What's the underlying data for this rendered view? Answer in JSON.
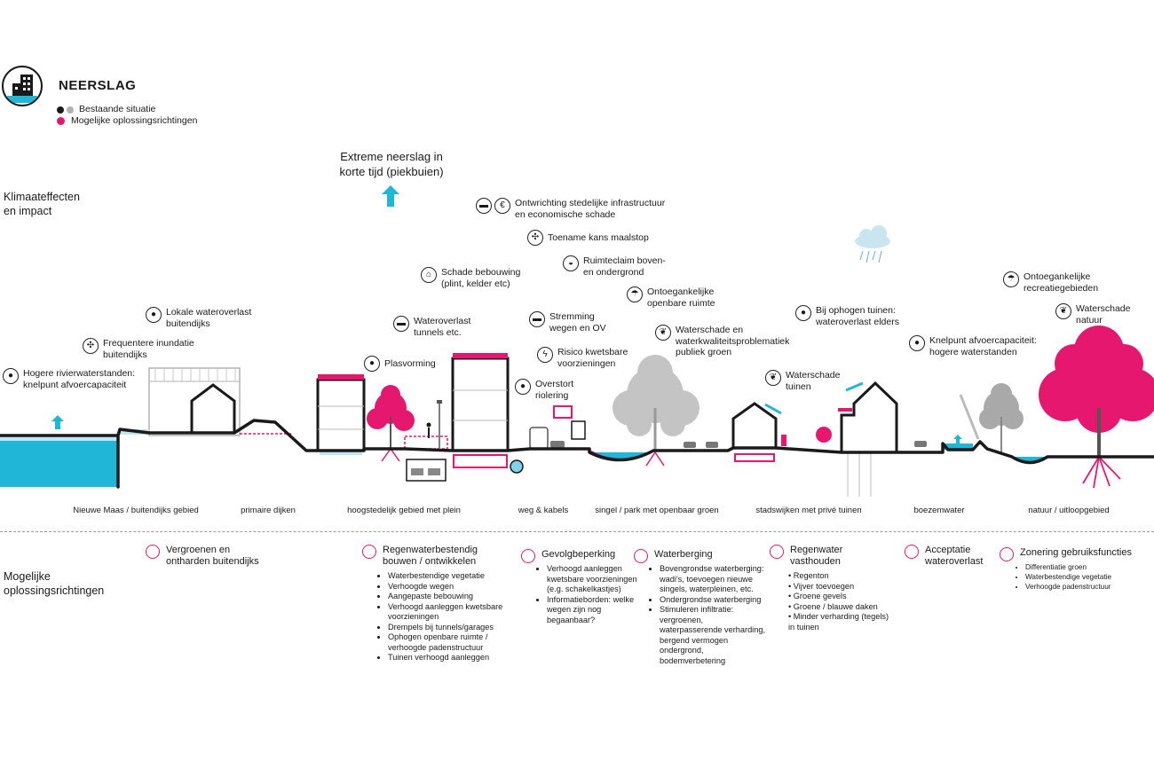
{
  "header": {
    "title": "NEERSLAG",
    "legend_existing": "Bestaande situatie",
    "legend_solutions": "Mogelijke oplossingsrichtingen"
  },
  "colors": {
    "accent": "#e6176e",
    "water": "#1fb6d8",
    "grey": "#b3b3b3",
    "dark": "#1a1a1a"
  },
  "section_labels": {
    "impact_line1": "Klimaateffecten",
    "impact_line2": "en impact",
    "solutions_line1": "Mogelijke",
    "solutions_line2": "oplossingsrichtingen"
  },
  "driver": {
    "line1": "Extreme neerslag in",
    "line2": "korte tijd (piekbuien)"
  },
  "annotations": [
    {
      "icon": "drop-icon",
      "glyph": "●",
      "lines": [
        "Hogere rivierwaterstanden:",
        "knelpunt afvoercapaciteit"
      ]
    },
    {
      "icon": "fan-icon",
      "glyph": "✣",
      "lines": [
        "Frequentere inundatie",
        "buitendijks"
      ]
    },
    {
      "icon": "drop-icon",
      "glyph": "●",
      "lines": [
        "Lokale wateroverlast",
        "buitendijks"
      ]
    },
    {
      "icon": "drop-icon",
      "glyph": "●",
      "lines": [
        "Plasvorming"
      ]
    },
    {
      "icon": "car-icon",
      "glyph": "▬",
      "lines": [
        "Wateroverlast",
        "tunnels etc."
      ]
    },
    {
      "icon": "house-icon",
      "glyph": "⌂",
      "lines": [
        "Schade bebouwing",
        "(plint, kelder etc)"
      ]
    },
    {
      "icon": "car-euro-icon",
      "glyph": "€",
      "lines": [
        "Ontwrichting stedelijke infrastructuur",
        "en economische schade"
      ]
    },
    {
      "icon": "fan-icon",
      "glyph": "✣",
      "lines": [
        "Toename kans maalstop"
      ]
    },
    {
      "icon": "underground-icon",
      "glyph": "◒",
      "lines": [
        "Ruimteclaim boven-",
        "en ondergrond"
      ]
    },
    {
      "icon": "car-icon",
      "glyph": "▬",
      "lines": [
        "Stremming",
        "wegen en OV"
      ]
    },
    {
      "icon": "lightning-icon",
      "glyph": "ϟ",
      "lines": [
        "Risico kwetsbare",
        "voorzieningen"
      ]
    },
    {
      "icon": "drop-icon",
      "glyph": "●",
      "lines": [
        "Overstort",
        "riolering"
      ]
    },
    {
      "icon": "umbrella-icon",
      "glyph": "☂",
      "lines": [
        "Ontoegankelijke",
        "openbare ruimte"
      ]
    },
    {
      "icon": "leaf-icon",
      "glyph": "❦",
      "lines": [
        "Waterschade en",
        "waterkwaliteitsproblematiek",
        "publiek groen"
      ]
    },
    {
      "icon": "leaf-icon",
      "glyph": "❦",
      "lines": [
        "Waterschade",
        "tuinen"
      ]
    },
    {
      "icon": "drop-icon",
      "glyph": "●",
      "lines": [
        "Bij ophogen tuinen:",
        "wateroverlast elders"
      ]
    },
    {
      "icon": "drop-icon",
      "glyph": "●",
      "lines": [
        "Knelpunt afvoercapaciteit:",
        "hogere waterstanden"
      ]
    },
    {
      "icon": "umbrella-icon",
      "glyph": "☂",
      "lines": [
        "Ontoegankelijke",
        "recreatiegebieden"
      ]
    },
    {
      "icon": "leaf-icon",
      "glyph": "❦",
      "lines": [
        "Waterschade",
        "natuur"
      ]
    }
  ],
  "zones": [
    "Nieuwe Maas / buitendijks gebied",
    "primaire dijken",
    "hoogstedelijk gebied met plein",
    "weg & kabels",
    "singel / park met openbaar groen",
    "stadswijken met privé tuinen",
    "boezemwater",
    "natuur / uitloopgebied"
  ],
  "solutions": [
    {
      "head": [
        "Vergroenen en",
        "ontharden buitendijks"
      ],
      "items": []
    },
    {
      "head": [
        "Regenwaterbestendig",
        "bouwen / ontwikkelen"
      ],
      "items": [
        "Waterbestendige vegetatie",
        "Verhoogde wegen",
        "Aangepaste bebouwing",
        "Verhoogd aanleggen kwetsbare voorzieningen",
        "Drempels bij tunnels/garages",
        "Ophogen openbare ruimte / verhoogde padenstructuur",
        "Tuinen verhoogd aanleggen"
      ]
    },
    {
      "head": [
        "Gevolgbeperking"
      ],
      "items": [
        "Verhoogd aanleggen kwetsbare voorzieningen (e.g. schakelkastjes)",
        "Informatieborden: welke wegen zijn nog begaanbaar?"
      ]
    },
    {
      "head": [
        "Waterberging"
      ],
      "items": [
        "Bovengrondse waterberging: wadi's, toevoegen nieuwe singels, waterpleinen, etc.",
        "Ondergrondse waterberging",
        "Stimuleren infiltratie: vergroenen, waterpasserende verharding, bergend vermogen ondergrond, bodemverbetering"
      ]
    },
    {
      "head": [
        "Regenwater",
        "vasthouden"
      ],
      "items": [
        "Regenton",
        "Vijver toevoegen",
        "Groene gevels",
        "Groene / blauwe daken",
        "Minder verharding (tegels) in tuinen"
      ]
    },
    {
      "head": [
        "Acceptatie",
        "wateroverlast"
      ],
      "items": []
    },
    {
      "head": [
        "Zonering gebruiksfuncties"
      ],
      "items": [
        "Differentiatie groen",
        "Waterbestendige vegetatie",
        "Verhoogde padenstructuur"
      ]
    }
  ]
}
